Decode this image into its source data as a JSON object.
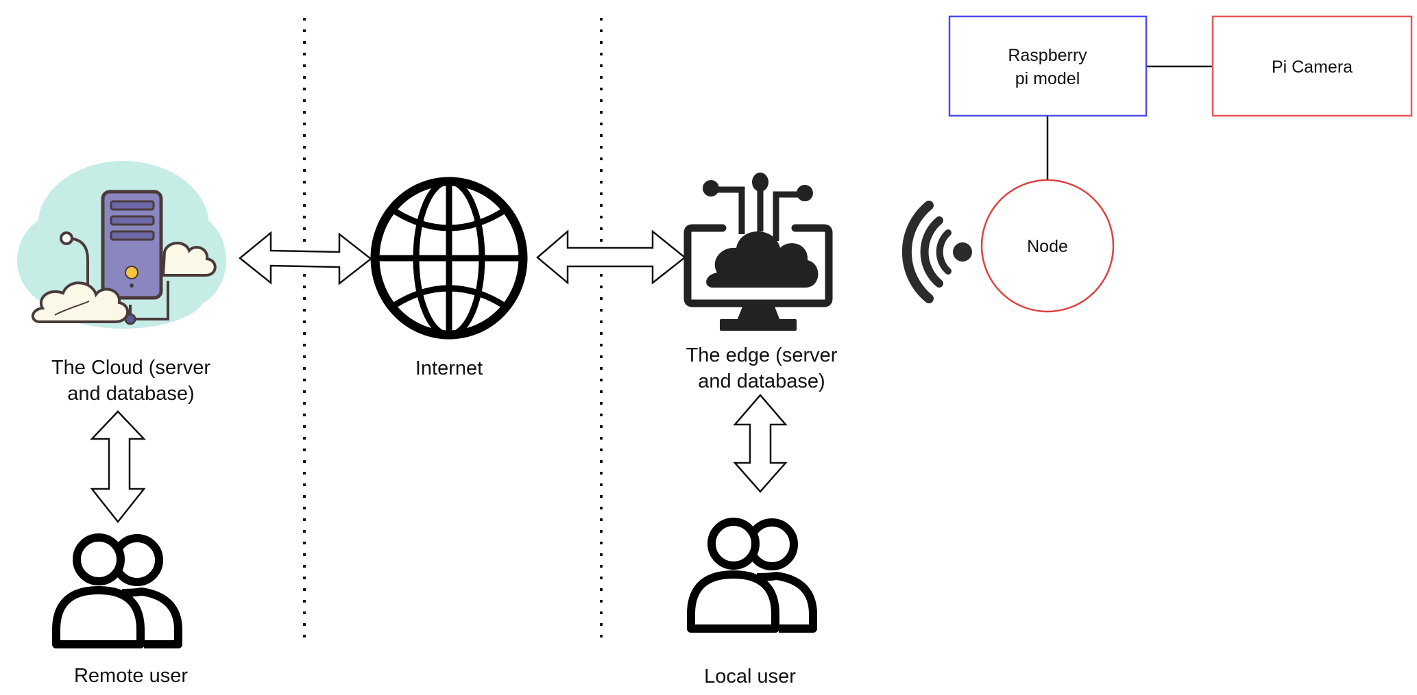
{
  "title": "Edge-cloud IoT architecture with Raspberry Pi camera node",
  "nodes": {
    "cloud": {
      "label_line1": "The Cloud (server",
      "label_line2": "and database)",
      "icon": "cloud-server-icon"
    },
    "internet": {
      "label": "Internet",
      "icon": "globe-icon"
    },
    "edge": {
      "label_line1": "The edge (server",
      "label_line2": "and database)",
      "icon": "edge-cloud-monitor-icon"
    },
    "remote_user": {
      "label": "Remote user",
      "icon": "users-icon"
    },
    "local_user": {
      "label": "Local user",
      "icon": "users-icon"
    },
    "raspberry": {
      "label_line1": "Raspberry",
      "label_line2": "pi model"
    },
    "camera": {
      "label": "Pi Camera"
    },
    "node": {
      "label": "Node"
    },
    "wireless": {
      "icon": "wifi-signal-icon"
    }
  },
  "connections": [
    {
      "from": "cloud",
      "to": "internet",
      "type": "bidirectional-arrow"
    },
    {
      "from": "internet",
      "to": "edge",
      "type": "bidirectional-arrow"
    },
    {
      "from": "cloud",
      "to": "remote_user",
      "type": "bidirectional-arrow"
    },
    {
      "from": "edge",
      "to": "local_user",
      "type": "bidirectional-arrow"
    },
    {
      "from": "raspberry",
      "to": "camera",
      "type": "line"
    },
    {
      "from": "raspberry",
      "to": "node",
      "type": "line"
    },
    {
      "from": "node",
      "to": "edge",
      "type": "wireless"
    }
  ],
  "colors": {
    "raspberry_border": "#4b4bf0",
    "camera_border": "#e85555",
    "node_border": "#e04040",
    "cloud_bg": "#c6ece6",
    "server_body": "#8a86c0",
    "cloud_puff": "#fbf8e8",
    "server_light": "#f5c542",
    "icon_dark": "#2b2b2b"
  }
}
